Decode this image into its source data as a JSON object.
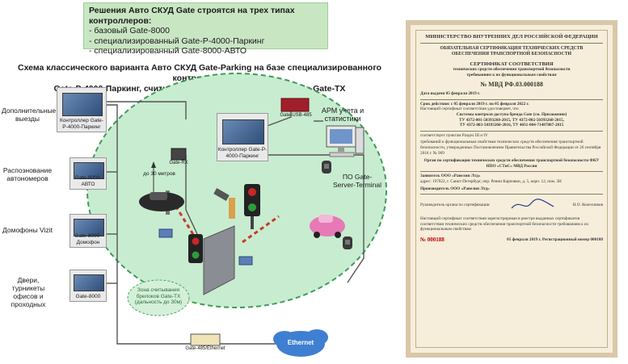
{
  "info": {
    "title": "Решения Авто СКУД Gate строятся на трех типах контроллеров:",
    "items": [
      "- базовый Gate-8000",
      "- специализированный Gate-P-4000-Паркинг",
      "- специализированный Gate-8000-АВТО"
    ]
  },
  "diagram": {
    "title_line1": "Схема классического варианта Авто СКУД Gate-Parking на базе специализированного контроллера",
    "title_line2": "Gate-P-4000-Паркинг, считывателя Gate-RX и радиобрелоков Gate-TX",
    "left_labels": {
      "extra_exits": "Дополнительные выезды",
      "plate_recognition": "Распознование автономеров",
      "intercom": "Домофоны Vizit",
      "doors": "Двери, турникеты офисов и проходных"
    },
    "controllers": {
      "c1": "Контроллер Gate-P-4000-Паркинг",
      "c2": "Gate-8000-АВТО",
      "c3": "Gate-8000-Домофон",
      "c4": "Gate-8000",
      "center": "Контроллер Gate-P-4000-Паркинг"
    },
    "usb": "Gate-USB-485",
    "rx": "Gate-RX",
    "distance": "до 30 метров",
    "arm": "АРМ учета и статистики",
    "server": "ПО Gate-Server-Terminal",
    "zone": "Зона считывания брелоков Gate-TX (дальность до 30м)",
    "bottom_box": "Gate-485/Ethernet",
    "ethernet": "Ethernet"
  },
  "certificate": {
    "ministry": "МИНИСТЕРСТВО ВНУТРЕННИХ ДЕЛ РОССИЙСКОЙ ФЕДЕРАЦИИ",
    "system1": "ОБЯЗАТЕЛЬНАЯ СЕРТИФИКАЦИЯ ТЕХНИЧЕСКИХ СРЕДСТВ",
    "system2": "ОБЕСПЕЧЕНИЯ ТРАНСПОРТНОЙ БЕЗОПАСНОСТИ",
    "heading": "СЕРТИФИКАТ СООТВЕТСТВИЯ",
    "subheading1": "технических средств обеспечения транспортной безопасности",
    "subheading2": "требованиям к их функциональным свойствам",
    "number": "№ МВД РФ.03.000188",
    "issued": "Дата выдачи 05 февраля 2019 г.",
    "valid": "Срок действия: с 05 февраля 2019 г. по 05 февраля 2022 г.",
    "certifies": "Настоящий сертификат соответствия удостоверяет, что",
    "product": "Системы контроля доступа бренда Gate (см. Приложение)",
    "codes1": "ТУ 4372-001-50393260-2015, ТУ 4372-002-50393260-2015,",
    "codes2": "ТУ 4372-003-50393260-2016, ТУ 4031-004-71487807-2015",
    "conformity": "соответствует пунктам  Раздел III и IV",
    "requirements": "требований к функциональным свойствам технических средств обеспечения транспортной безопасности, утвержденных Постановлением Правительства Российской Федерации от 26 сентября 2016 г. № 969",
    "body": "Орган по сертификации технических средств обеспечения транспортной безопасности ФКУ НПО «СТиС» МВД России",
    "applicant": "Заявитель  ООО «Равелин Лтд»",
    "address": "адрес: 197022, г. Санкт-Петербург, пер. Ренни Карповки, д. 5, корп. 12, пом. 3Н",
    "maker": "Производитель  ООО «Равелин Лтд»",
    "head": "Руководитель органа по сертификации",
    "signer": "Н.О. Колесников",
    "registry": "Настоящий сертификат соответствия зарегистрирован в реестре выданных сертификатов соответствия технических средств обеспечения транспортной безопасности требованиям к их функциональным свойствам",
    "serial": "№ 000188",
    "reg": "05 февраля 2019 г. Регистрационный номер 000188"
  }
}
